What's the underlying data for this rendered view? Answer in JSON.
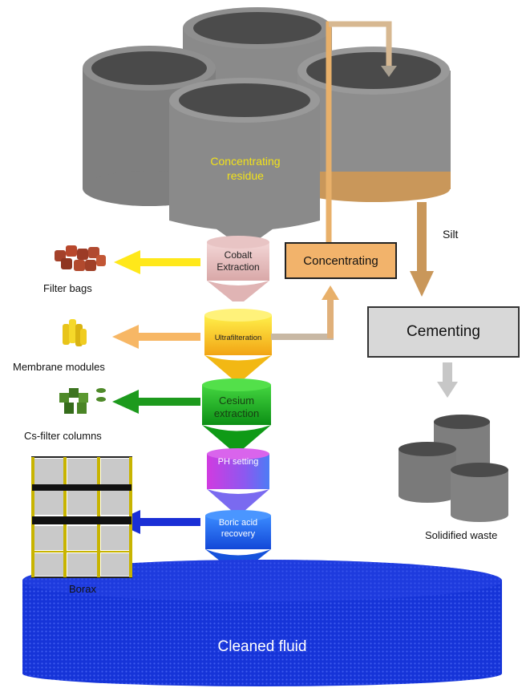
{
  "labels": {
    "concentrating_residue": "Concentrating residue",
    "cobalt_extraction": "Cobalt Extraction",
    "ultrafilteration": "Ultrafilteration",
    "cesium_extraction": "Cesium extraction",
    "ph_setting": "PH setting",
    "boric_acid_recovery": "Boric acid recovery",
    "cleaned_fluid": "Cleaned fluid",
    "concentrating": "Concentrating",
    "cementing": "Cementing",
    "silt": "Silt",
    "solidified_waste": "Solidified waste",
    "filter_bags": "Filter bags",
    "membrane_modules": "Membrane modules",
    "cs_filter_columns": "Cs-filter columns",
    "borax": "Borax"
  },
  "colors": {
    "tank_gray": "#8c8c8c",
    "tank_top": "#4a4a4a",
    "cobalt": "#ecc6c6",
    "ultrafilter": "#f5c518",
    "cesium": "#17b81f",
    "ph": "#c03fe0",
    "boric": "#1a6ef0",
    "cleaned": "#1633d6",
    "concentrate": "#f2b36b",
    "silt": "#c9975a"
  }
}
